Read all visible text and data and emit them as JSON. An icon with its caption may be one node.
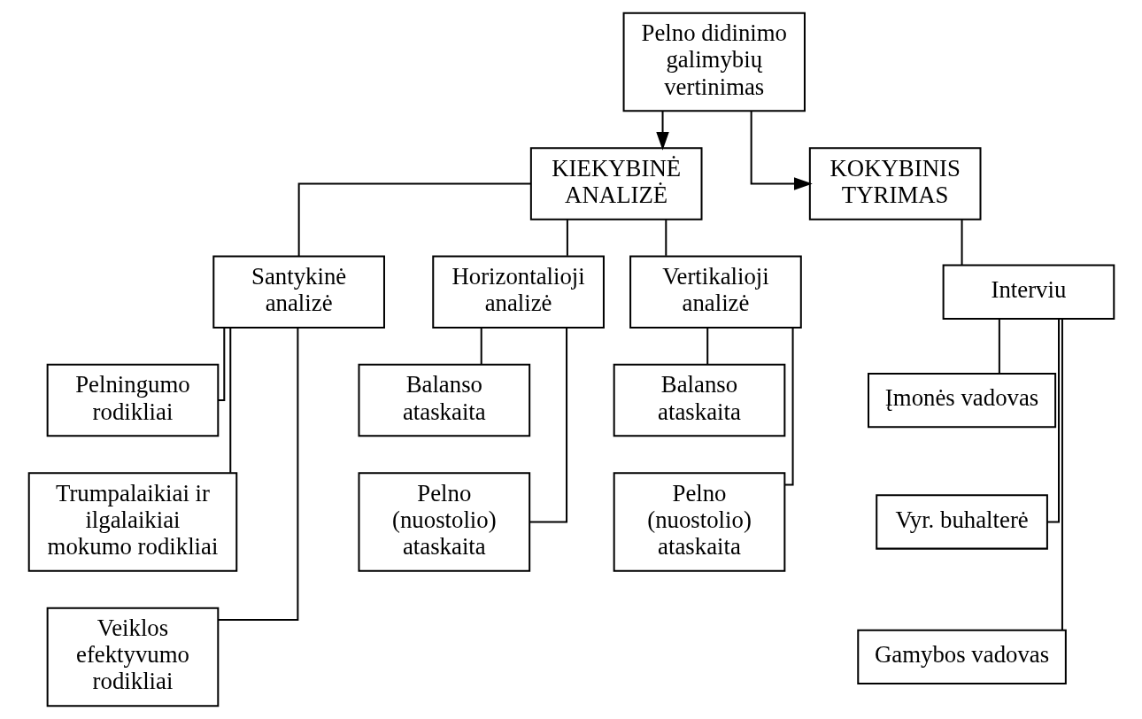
{
  "diagram": {
    "nodes": [
      {
        "text": [
          "Pelno didinimo galimybių vertinimas"
        ]
      },
      {
        "text": [
          "KIEKYBINĖ ANALIZĖ"
        ]
      },
      {
        "text": [
          "KOKYBINIS TYRIMAS"
        ]
      },
      {
        "text": [
          "Santykinė analizė"
        ]
      },
      {
        "text": [
          "Horizontalioji analizė"
        ]
      },
      {
        "text": [
          "Vertikalioji analizė"
        ]
      },
      {
        "text": [
          "Interviu"
        ]
      },
      {
        "text": [
          "Pelningumo rodikliai"
        ]
      },
      {
        "text": [
          "Trumpalaikiai ir ilgalaikiai mokumo rodikliai"
        ]
      },
      {
        "text": [
          "Veiklos efektyvumo rodikliai"
        ]
      },
      {
        "text": [
          "Balanso ataskaita"
        ]
      },
      {
        "text": [
          "Pelno (nuostolio) ataskaita"
        ]
      },
      {
        "text": [
          "Balanso ataskaita"
        ]
      },
      {
        "text": [
          "Pelno (nuostolio) ataskaita"
        ]
      },
      {
        "text": [
          "Įmonės vadovas"
        ]
      },
      {
        "text": [
          "Vyr. buhalterė"
        ]
      },
      {
        "text": [
          "Gamybos vadovas"
        ]
      }
    ],
    "edges": [
      {
        "from": 0,
        "to": 1,
        "arrow": "to"
      },
      {
        "from": 0,
        "to": 2,
        "arrow": "to"
      },
      {
        "from": 1,
        "to": 3,
        "arrow": "none"
      },
      {
        "from": 1,
        "to": 4,
        "arrow": "none"
      },
      {
        "from": 1,
        "to": 5,
        "arrow": "none"
      },
      {
        "from": 2,
        "to": 6,
        "arrow": "none"
      },
      {
        "from": 3,
        "to": 7,
        "arrow": "none"
      },
      {
        "from": 3,
        "to": 8,
        "arrow": "none"
      },
      {
        "from": 3,
        "to": 9,
        "arrow": "none"
      },
      {
        "from": 4,
        "to": 10,
        "arrow": "none"
      },
      {
        "from": 4,
        "to": 11,
        "arrow": "none"
      },
      {
        "from": 5,
        "to": 12,
        "arrow": "none"
      },
      {
        "from": 5,
        "to": 13,
        "arrow": "none"
      },
      {
        "from": 6,
        "to": 14,
        "arrow": "none"
      },
      {
        "from": 6,
        "to": 15,
        "arrow": "none"
      },
      {
        "from": 6,
        "to": 16,
        "arrow": "none"
      }
    ]
  }
}
